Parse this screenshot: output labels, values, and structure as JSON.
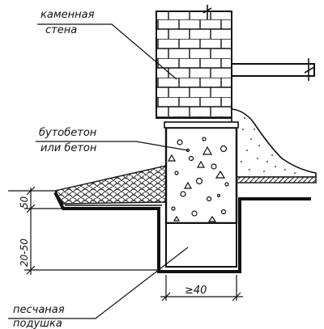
{
  "labels": {
    "stone_wall_line1": "каменная",
    "stone_wall_line2": "стена",
    "rubble_line1": "бутобетон",
    "rubble_line2": "или бетон",
    "sand_line1": "песчаная",
    "sand_line2": "подушка"
  },
  "dimensions": {
    "depth_upper": "50",
    "depth_lower": "20-50",
    "width": "≥40"
  }
}
